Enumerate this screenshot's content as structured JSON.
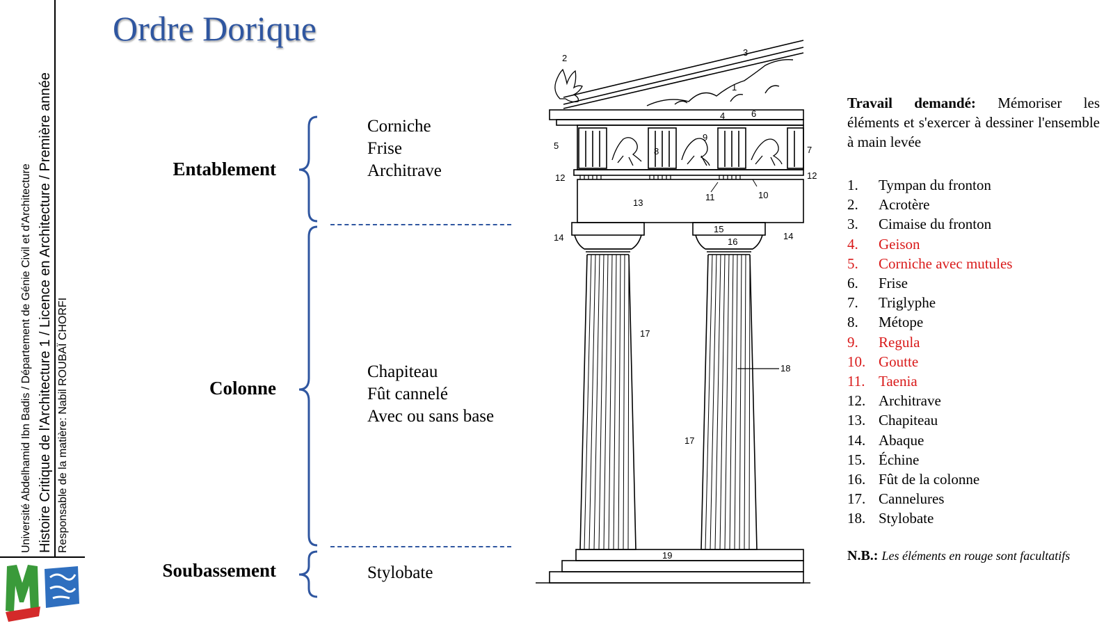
{
  "sidebar": {
    "line1": "Université Abdelhamid Ibn Badis / Département de Génie Civil et d'Architecture",
    "line2": "Histoire Critique de l'Architecture 1 / Licence en Architecture / Première année",
    "line3": "Responsable de la matière: Nabil ROUBAÏ CHORFI"
  },
  "title": "Ordre Dorique",
  "groups": {
    "entablement": {
      "label": "Entablement",
      "items": [
        "Corniche",
        "Frise",
        "Architrave"
      ]
    },
    "colonne": {
      "label": "Colonne",
      "items": [
        "Chapiteau",
        "Fût cannelé",
        "Avec ou sans base"
      ]
    },
    "soubassement": {
      "label": "Soubassement",
      "items": [
        "Stylobate"
      ]
    }
  },
  "task": {
    "label": "Travail demandé:",
    "text": "Mémoriser les éléments et s'exercer à dessiner l'ensemble à main levée"
  },
  "legend": [
    {
      "num": "1.",
      "text": "Tympan du fronton",
      "color": "#000000"
    },
    {
      "num": "2.",
      "text": "Acrotère",
      "color": "#000000"
    },
    {
      "num": "3.",
      "text": "Cimaise du fronton",
      "color": "#000000"
    },
    {
      "num": "4.",
      "text": "Geison",
      "color": "#d91a1a"
    },
    {
      "num": "5.",
      "text": "Corniche avec mutules",
      "color": "#d91a1a"
    },
    {
      "num": "6.",
      "text": "Frise",
      "color": "#000000"
    },
    {
      "num": "7.",
      "text": "Triglyphe",
      "color": "#000000"
    },
    {
      "num": "8.",
      "text": "Métope",
      "color": "#000000"
    },
    {
      "num": "9.",
      "text": "Regula",
      "color": "#d91a1a"
    },
    {
      "num": "10.",
      "text": "Goutte",
      "color": "#d91a1a"
    },
    {
      "num": "11.",
      "text": "Taenia",
      "color": "#d91a1a"
    },
    {
      "num": "12.",
      "text": "Architrave",
      "color": "#000000"
    },
    {
      "num": "13.",
      "text": "Chapiteau",
      "color": "#000000"
    },
    {
      "num": "14.",
      "text": "Abaque",
      "color": "#000000"
    },
    {
      "num": "15.",
      "text": "Échine",
      "color": "#000000"
    },
    {
      "num": "16.",
      "text": "Fût de la colonne",
      "color": "#000000"
    },
    {
      "num": "17.",
      "text": "Cannelures",
      "color": "#000000"
    },
    {
      "num": "18.",
      "text": "Stylobate",
      "color": "#000000"
    }
  ],
  "nb": {
    "label": "N.B.:",
    "text": "Les éléments en rouge sont facultatifs"
  },
  "diagram_labels": [
    "1",
    "2",
    "3",
    "4",
    "5",
    "6",
    "7",
    "8",
    "9",
    "10",
    "11",
    "12",
    "12",
    "13",
    "14",
    "14",
    "15",
    "16",
    "17",
    "17",
    "18",
    "19"
  ],
  "colors": {
    "title": "#2f56a0",
    "brace": "#2f56a0",
    "optional": "#d91a1a"
  }
}
